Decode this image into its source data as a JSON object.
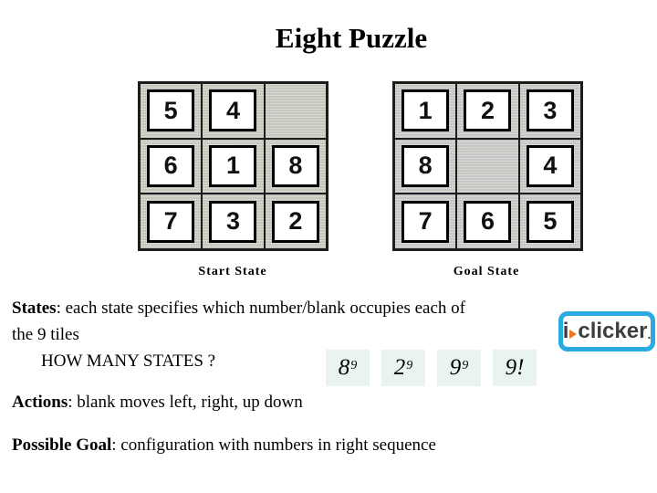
{
  "title": "Eight Puzzle",
  "start_state": {
    "label": "Start State",
    "tiles": [
      "5",
      "4",
      "",
      "6",
      "1",
      "8",
      "7",
      "3",
      "2"
    ]
  },
  "goal_state": {
    "label": "Goal State",
    "tiles": [
      "1",
      "2",
      "3",
      "8",
      "",
      "4",
      "7",
      "6",
      "5"
    ]
  },
  "states_line": {
    "label": "States",
    "text": ": each state specifies which number/blank occupies each of",
    "text_wrap": "the 9 tiles"
  },
  "question": "HOW MANY STATES ?",
  "options": [
    {
      "base": "8",
      "sup": "9"
    },
    {
      "base": "2",
      "sup": "9"
    },
    {
      "base": "9",
      "sup": "9"
    },
    {
      "base": "9!",
      "sup": ""
    }
  ],
  "actions_line": {
    "label": "Actions",
    "text": ": blank moves left, right, up down"
  },
  "goal_line": {
    "label": "Possible Goal",
    "text": ": configuration with numbers in right sequence"
  },
  "iclicker": {
    "letter_i": "i",
    "word": "clicker",
    "period": ".",
    "arrow_icon": "play-arrow-icon"
  },
  "colors": {
    "option_bg": "#eaf4ee",
    "logo_border": "#29abe2",
    "logo_text": "#3d3d3d",
    "logo_arrow": "#ee7623",
    "grid_gray": "#c9c9c5"
  }
}
